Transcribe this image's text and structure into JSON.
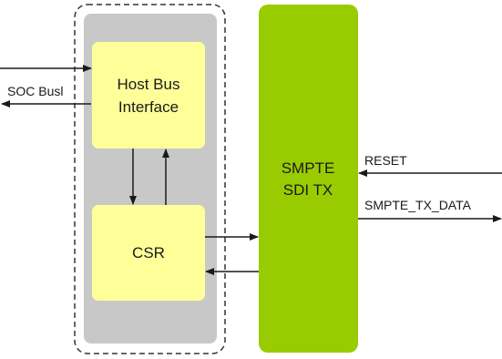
{
  "blocks": {
    "host_bus_interface": {
      "line1": "Host Bus",
      "line2": "Interface"
    },
    "csr": {
      "label": "CSR"
    },
    "smpte_sdi_tx": {
      "line1": "SMPTE",
      "line2": "SDI TX"
    }
  },
  "signals": {
    "soc_bus": "SOC Busl",
    "reset": "RESET",
    "smpte_tx_data": "SMPTE_TX_DATA"
  },
  "colors": {
    "yellow_block": "#ffff99",
    "gray_container": "#c8c8c8",
    "green_block": "#99cc00",
    "arrow": "#1a1a1a",
    "dashed_border": "#333333"
  }
}
